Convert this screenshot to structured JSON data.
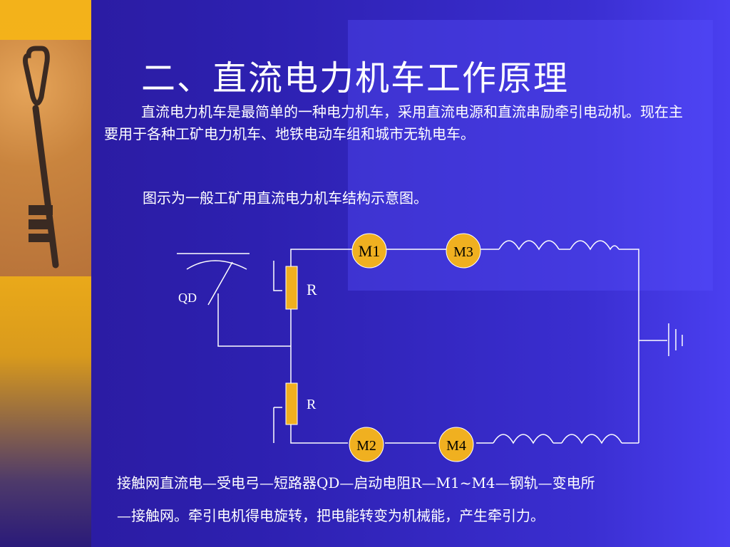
{
  "title": "二、直流电力机车工作原理",
  "paragraph": "直流电力机车是最简单的一种电力机车，采用直流电源和直流串励牵引电动机。现在主要用于各种工矿电力机车、地铁电动车组和城市无轨电车。",
  "caption": "图示为一般工矿用直流电力机车结构示意图。",
  "diagram": {
    "motor_m1": "M1",
    "motor_m2": "M2",
    "motor_m3": "M3",
    "motor_m4": "M4",
    "resistor_upper": "R",
    "resistor_lower": "R",
    "switch_label": "QD"
  },
  "bottom_line1": "接触网直流电—受电弓—短路器QD—启动电阻R—M1~M4—钢轨—变电所",
  "bottom_line2": "—接触网。牵引电机得电旋转，把电能转变为机械能，产生牵引力。",
  "colors": {
    "background": "#2d20b0",
    "strip": "#f3b21a",
    "motor_fill": "#f0b020",
    "resistor_fill": "#f0b020",
    "wire": "#ffffff"
  },
  "icons": [
    "key-photo-icon"
  ]
}
